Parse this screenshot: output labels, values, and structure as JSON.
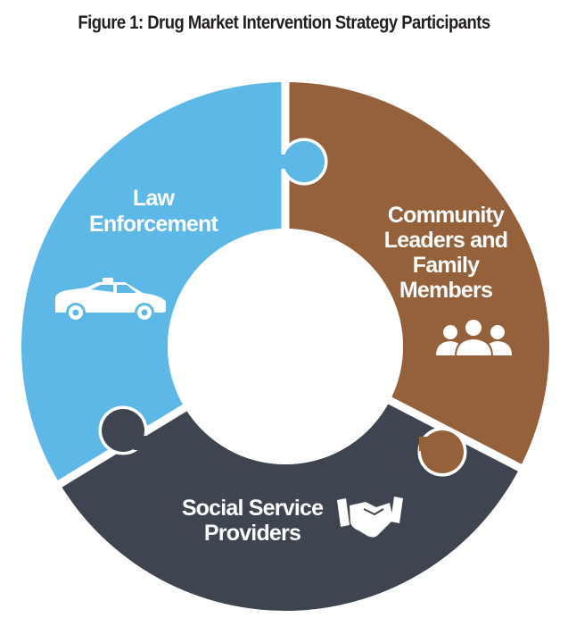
{
  "title": "Figure 1: Drug Market Intervention Strategy Participants",
  "segments": {
    "law": {
      "line1": "Law",
      "line2": "Enforcement",
      "color": "#5cb9e7",
      "icon": "police-car-icon"
    },
    "community": {
      "line1": "Community",
      "line2": "Leaders and",
      "line3": "Family",
      "line4": "Members",
      "color": "#94613a",
      "icon": "people-group-icon"
    },
    "social": {
      "line1": "Social Service",
      "line2": "Providers",
      "color": "#3f4550",
      "icon": "handshake-icon"
    }
  }
}
